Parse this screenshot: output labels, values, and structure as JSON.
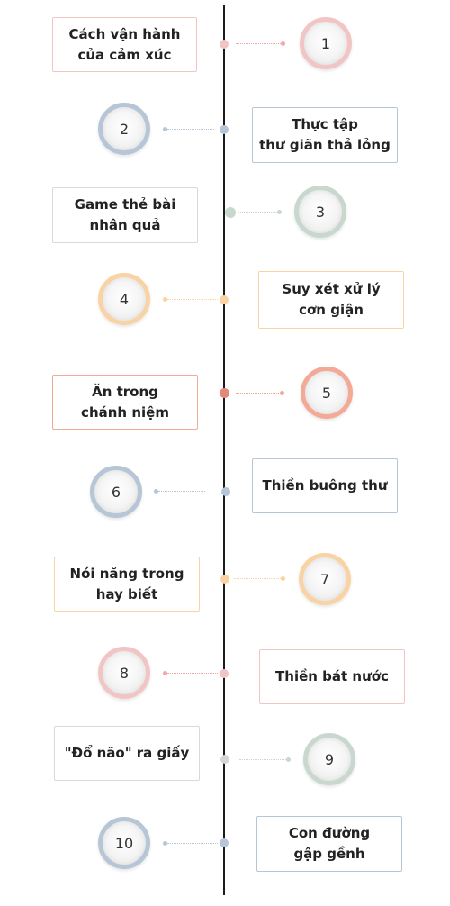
{
  "colors": {
    "pink": "#f2c5c5",
    "blue": "#b6c6d6",
    "green": "#c9d8cf",
    "orange": "#f9d3a3",
    "coral": "#f3a996",
    "pinkline": "#f0a8a8"
  },
  "steps": [
    {
      "number": "1",
      "text": "Cách vận hành\ncủa cảm xúc"
    },
    {
      "number": "2",
      "text": "Thực tập\nthư giãn thả lỏng"
    },
    {
      "number": "3",
      "text": "Game thẻ bài\nnhân quả"
    },
    {
      "number": "4",
      "text": "Suy xét xử lý\ncơn giận"
    },
    {
      "number": "5",
      "text": "Ăn trong\nchánh niệm"
    },
    {
      "number": "6",
      "text": "Thiền buông thư"
    },
    {
      "number": "7",
      "text": "Nói năng trong\nhay biết"
    },
    {
      "number": "8",
      "text": "Thiền bát nước"
    },
    {
      "number": "9",
      "text": "\"Đổ não\" ra giấy"
    },
    {
      "number": "10",
      "text": "Con đường\ngập gềnh"
    }
  ]
}
